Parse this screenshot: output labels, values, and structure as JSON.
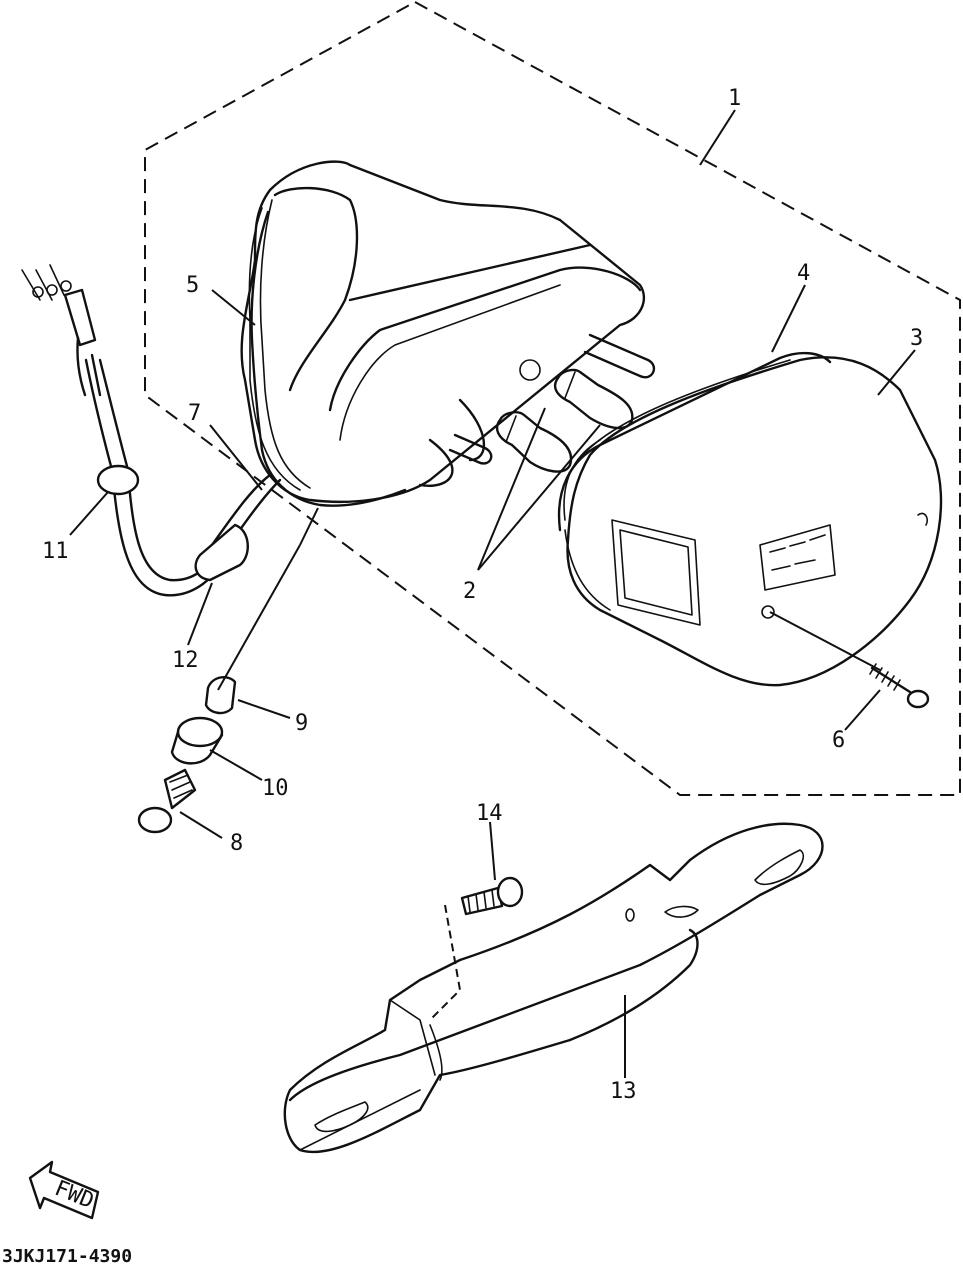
{
  "diagram_code": "3JKJ171-4390",
  "fwd_label": "FWD",
  "callouts": [
    {
      "id": "c1",
      "text": "1"
    },
    {
      "id": "c2",
      "text": "2"
    },
    {
      "id": "c3",
      "text": "3"
    },
    {
      "id": "c4",
      "text": "4"
    },
    {
      "id": "c5",
      "text": "5"
    },
    {
      "id": "c6",
      "text": "6"
    },
    {
      "id": "c7",
      "text": "7"
    },
    {
      "id": "c8",
      "text": "8"
    },
    {
      "id": "c9",
      "text": "9"
    },
    {
      "id": "c10",
      "text": "10"
    },
    {
      "id": "c11",
      "text": "11"
    },
    {
      "id": "c12",
      "text": "12"
    },
    {
      "id": "c13",
      "text": "13"
    },
    {
      "id": "c14",
      "text": "14"
    }
  ]
}
